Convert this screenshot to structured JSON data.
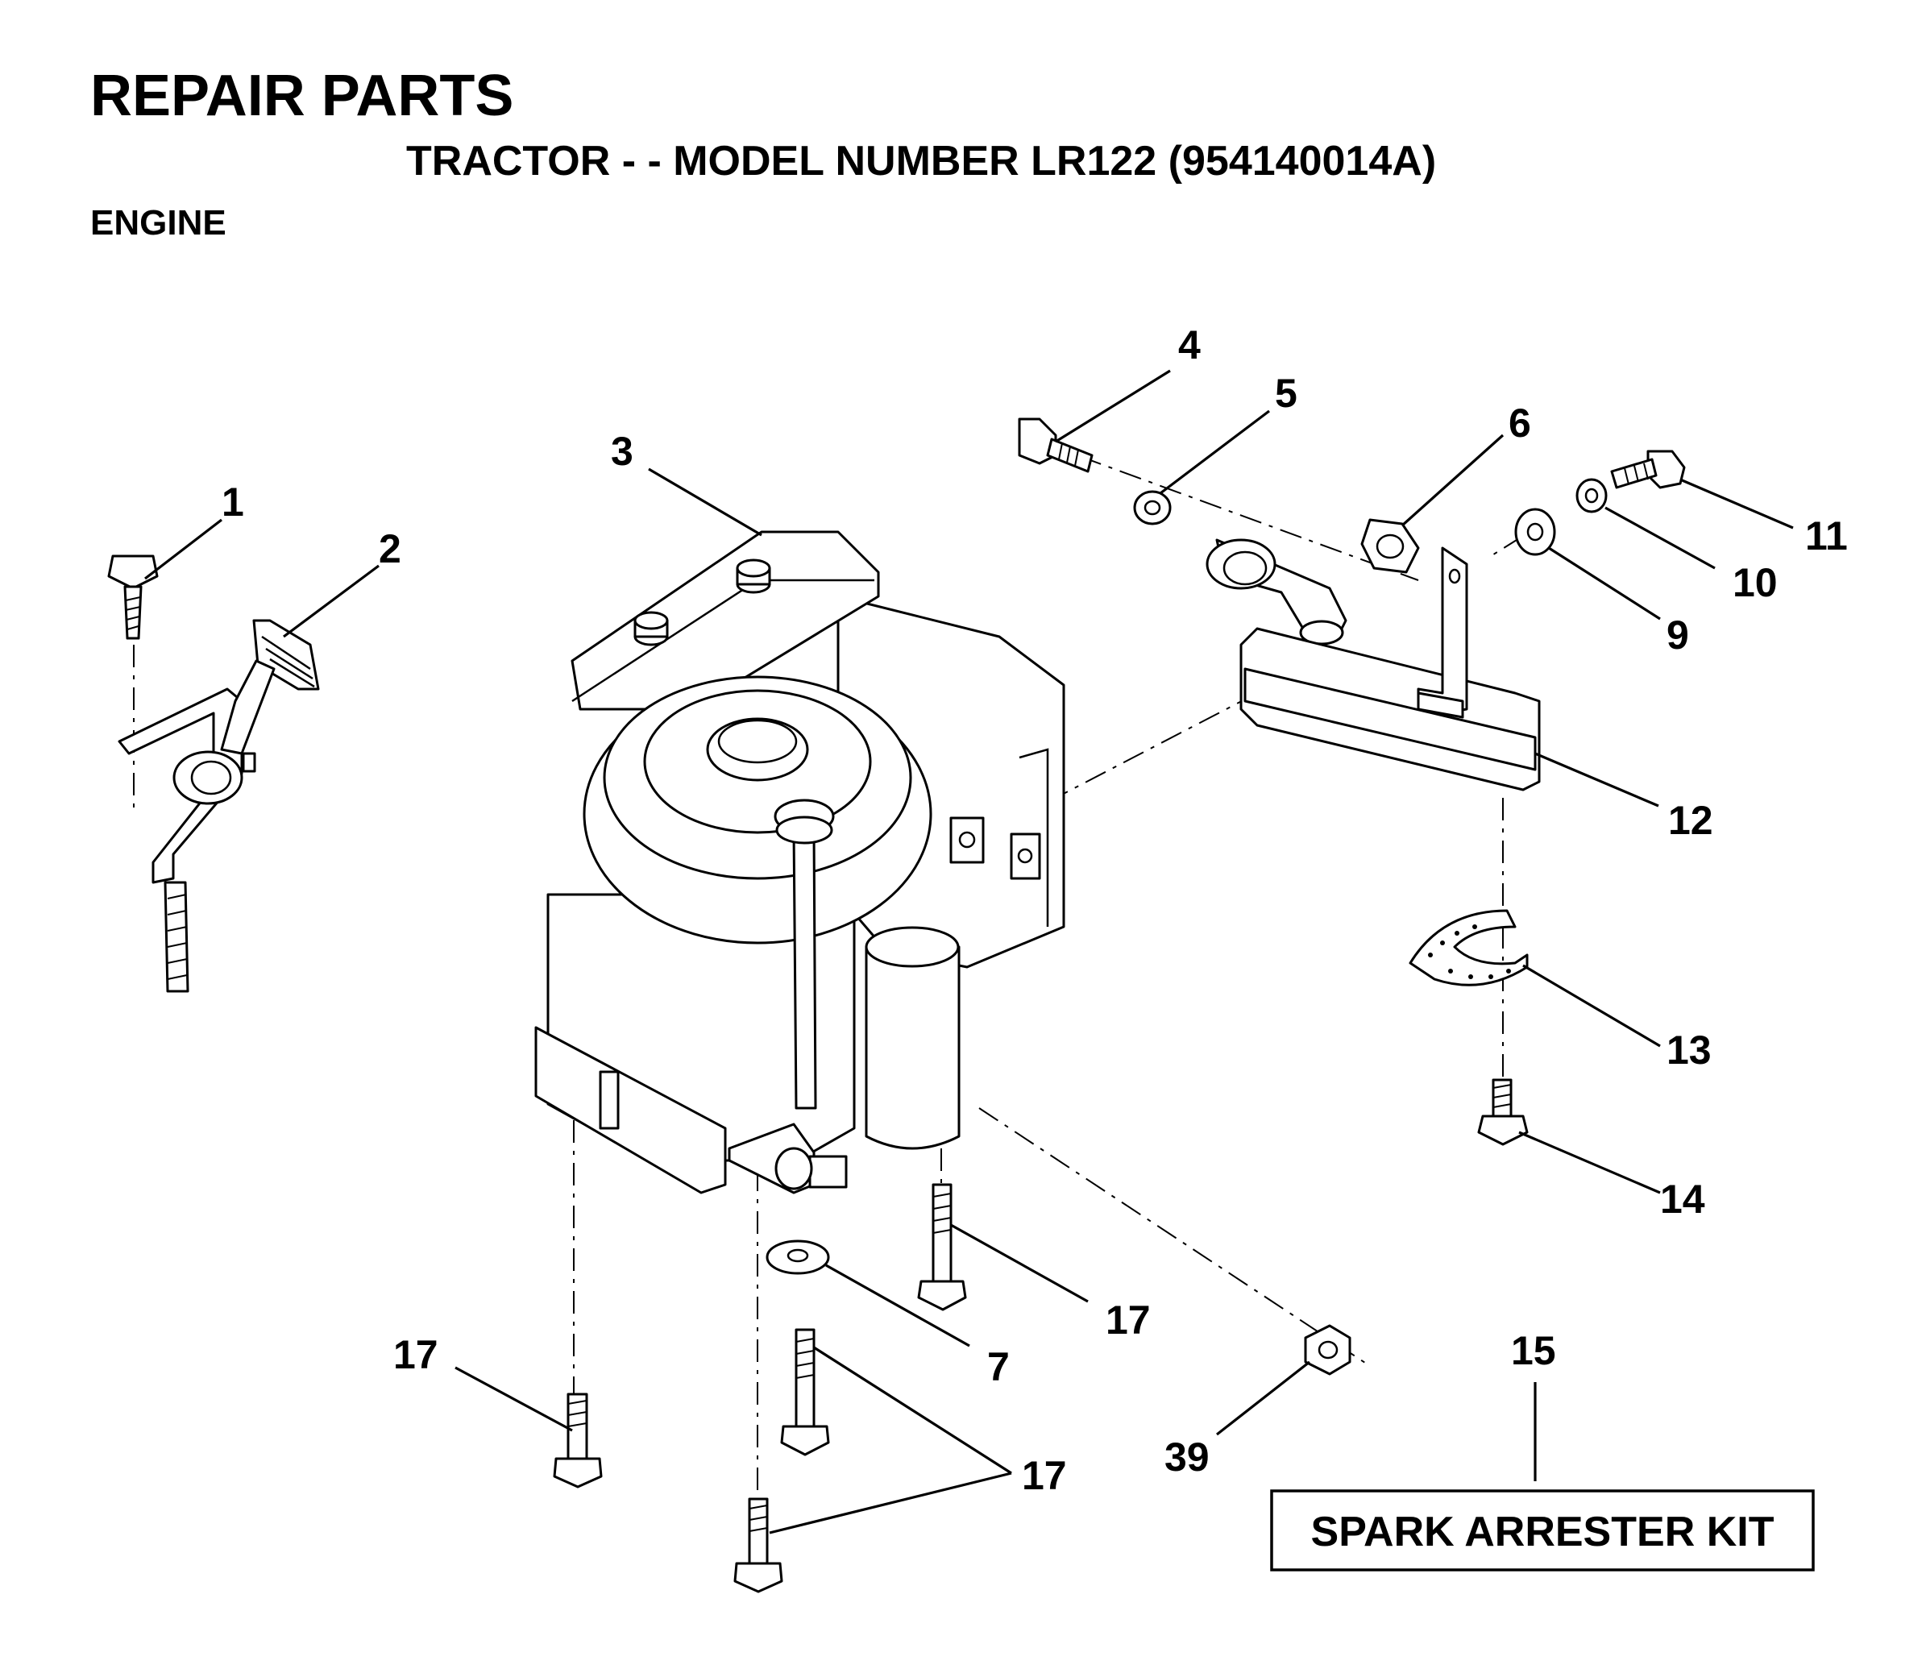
{
  "header": {
    "title": "REPAIR PARTS",
    "subtitle": "TRACTOR - - MODEL NUMBER LR122 (954140014A)",
    "section": "ENGINE"
  },
  "callouts": {
    "c1": "1",
    "c2": "2",
    "c3": "3",
    "c4": "4",
    "c5": "5",
    "c6": "6",
    "c7": "7",
    "c9": "9",
    "c10": "10",
    "c11": "11",
    "c12": "12",
    "c13": "13",
    "c14": "14",
    "c15": "15",
    "c17a": "17",
    "c17b": "17",
    "c17c": "17",
    "c39": "39"
  },
  "kit": {
    "label": "SPARK ARRESTER KIT"
  }
}
